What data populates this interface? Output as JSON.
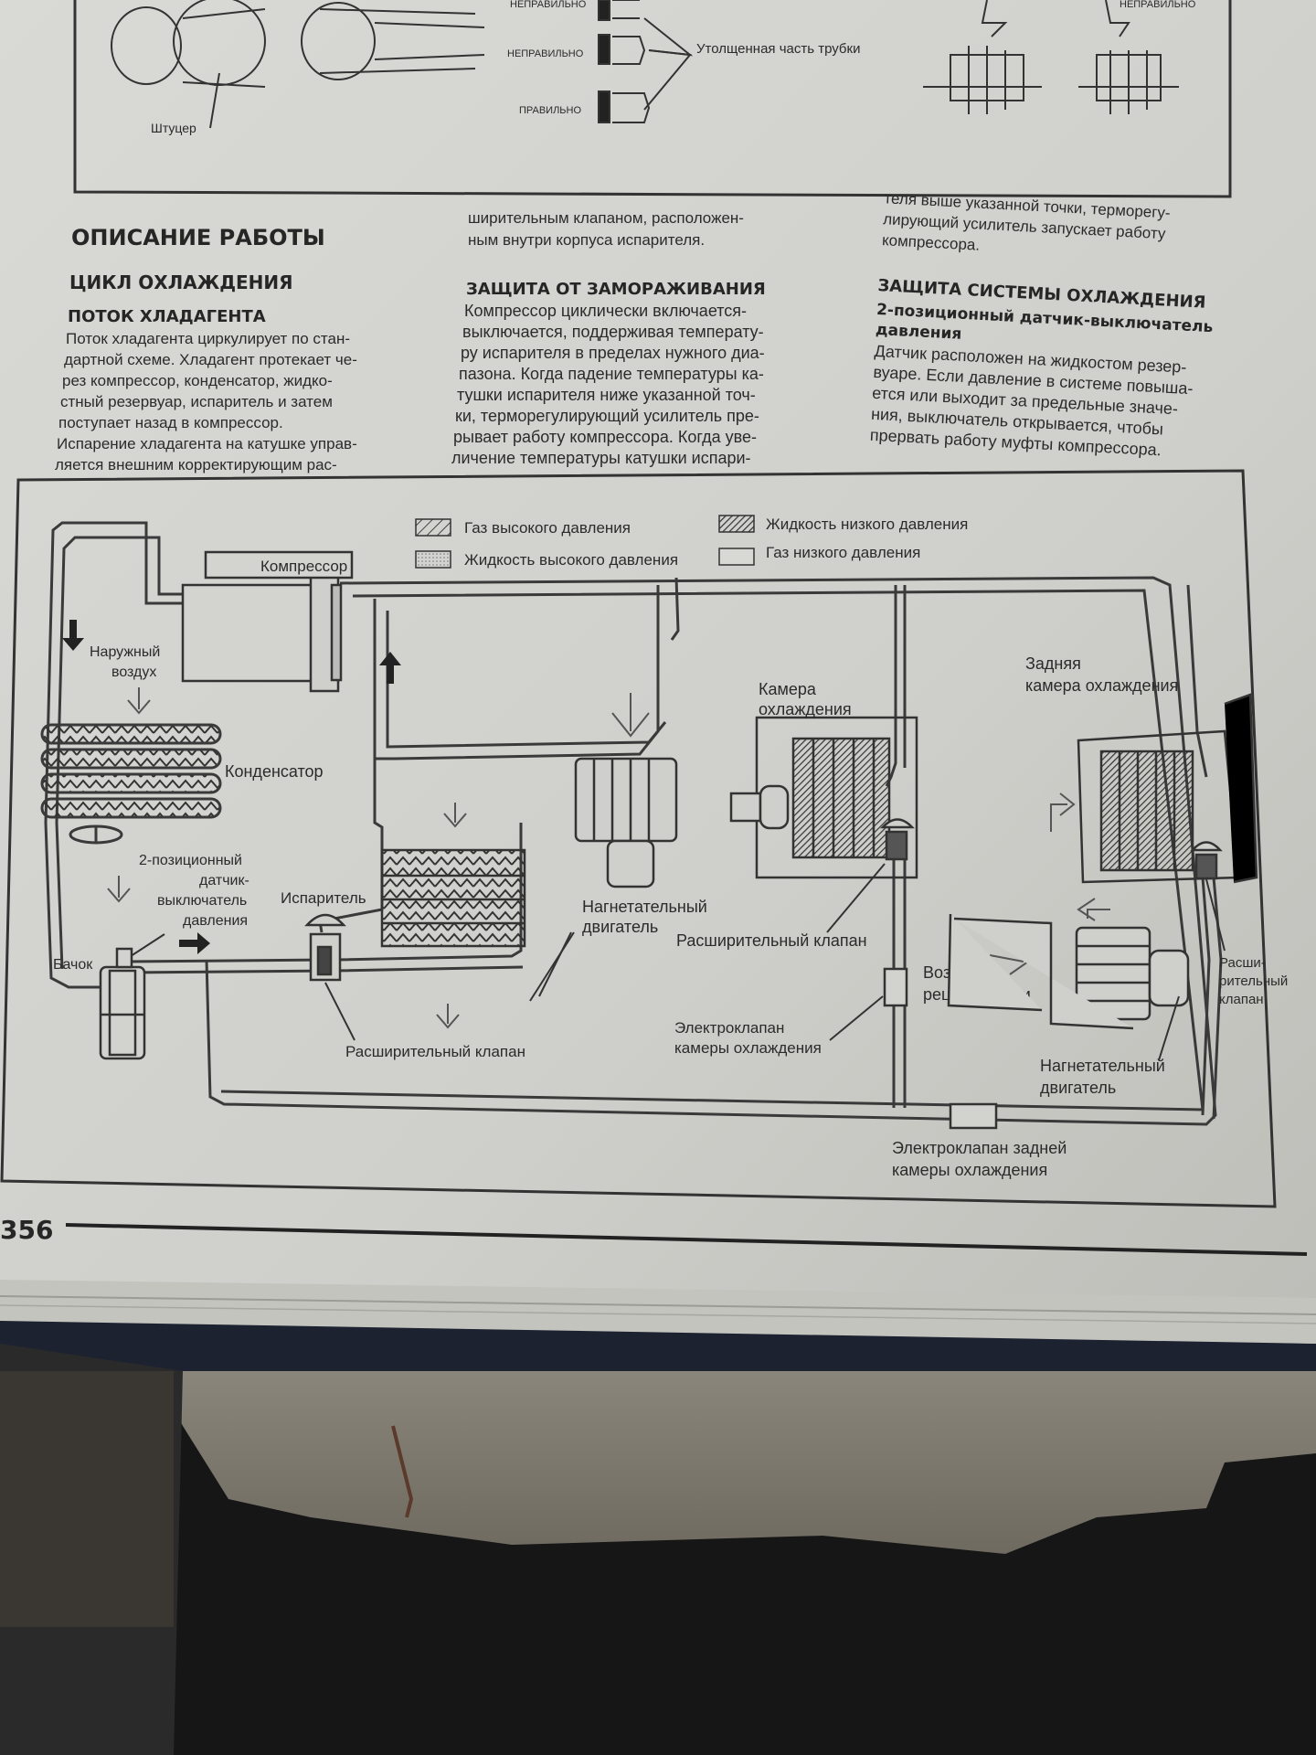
{
  "top_figure": {
    "label_wrong_1": "НЕПРАВИЛЬНО",
    "label_wrong_2": "НЕПРАВИЛЬНО",
    "label_right": "ПРАВИЛЬНО",
    "thick_tube": "Утолщенная часть трубки",
    "fitting": "Штуцер",
    "label_wrong_right": "НЕПРАВИЛЬНО"
  },
  "col1": {
    "section_title": "ОПИСАНИЕ РАБОТЫ",
    "subtitle": "ЦИКЛ ОХЛАЖДЕНИЯ",
    "subsubtitle": "ПОТОК ХЛАДАГЕНТА",
    "lines": [
      "Поток хладагента циркулирует по стан-",
      "дартной схеме. Хладагент протекает че-",
      "рез компрессор, конденсатор, жидко-",
      "стный резервуар, испаритель и затем",
      "поступает назад в компрессор.",
      "Испарение хладагента на катушке управ-",
      "ляется внешним корректирующим рас-"
    ]
  },
  "col2": {
    "lines_top": [
      "ширительным клапаном, расположен-",
      "ным внутри корпуса испарителя."
    ],
    "heading": "ЗАЩИТА ОТ ЗАМОРАЖИВАНИЯ",
    "lines": [
      "Компрессор циклически включается-",
      "выключается, поддерживая температу-",
      "ру испарителя в пределах нужного диа-",
      "пазона. Когда падение температуры ка-",
      "тушки испарителя ниже указанной точ-",
      "ки, терморегулирующий усилитель пре-",
      "рывает работу компрессора. Когда уве-",
      "личение температуры катушки испари-"
    ]
  },
  "col3": {
    "lines_top": [
      "теля выше указанной точки, терморегу-",
      "лирующий усилитель запускает работу",
      "компрессора."
    ],
    "heading": "ЗАЩИТА СИСТЕМЫ ОХЛАЖДЕНИЯ",
    "subheading_1": "2-позиционный датчик-выключатель",
    "subheading_2": "давления",
    "lines": [
      "Датчик расположен на жидкостом резер-",
      "вуаре. Если давление в системе повыша-",
      "ется или выходит за предельные значе-",
      "ния, выключатель открывается, чтобы",
      "прервать работу муфты компрессора."
    ]
  },
  "legend": {
    "hp_gas": "Газ высокого давления",
    "hp_liquid": "Жидкость высокого давления",
    "lp_liquid": "Жидкость низкого давления",
    "lp_gas": "Газ низкого давления"
  },
  "labels": {
    "compressor": "Компрессор",
    "outside_air_1": "Наружный",
    "outside_air_2": "воздух",
    "condenser": "Конденсатор",
    "switch_1": "2-позиционный",
    "switch_2": "датчик-",
    "switch_3": "выключатель",
    "switch_4": "давления",
    "evaporator": "Испаритель",
    "tank": "Бачок",
    "exp_valve_front": "Расширительный клапан",
    "blower_front_1": "Нагнетательный",
    "blower_front_2": "двигатель",
    "cool_chamber_1": "Камера",
    "cool_chamber_2": "охлаждения",
    "exp_valve_mid": "Расширительный клапан",
    "recirc_1": "Воздух",
    "recirc_2": "рециркуляции",
    "solenoid_1": "Электроклапан",
    "solenoid_2": "камеры охлаждения",
    "rear_chamber_1": "Задняя",
    "rear_chamber_2": "камера охлаждения",
    "rear_exp_1": "Расши-",
    "rear_exp_2": "рительный",
    "rear_exp_3": "клапан",
    "blower_rear_1": "Нагнетательный",
    "blower_rear_2": "двигатель",
    "rear_solenoid_1": "Электроклапан задней",
    "rear_solenoid_2": "камеры охлаждения"
  },
  "page_number": "356"
}
